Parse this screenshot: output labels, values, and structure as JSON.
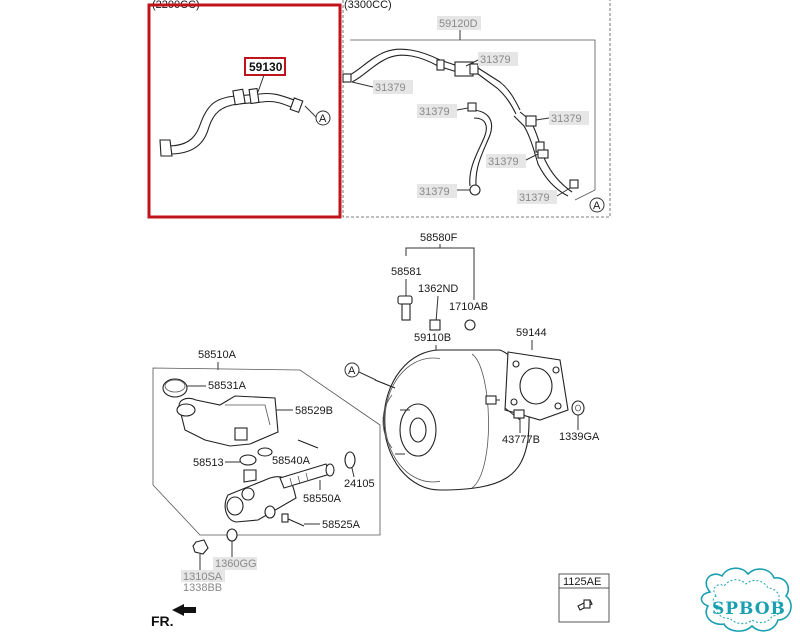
{
  "variants": {
    "left": "(2200CC)",
    "right": "(3300CC)"
  },
  "highlight_color": "#c0141c",
  "logo_color": "#1aa0b0",
  "callout": "A",
  "hose_group": {
    "main_hose": "59130",
    "hose_assy": "59120D",
    "clamps": [
      "31379",
      "31379",
      "31379",
      "31379",
      "31379",
      "31379",
      "31379"
    ]
  },
  "check_valve": {
    "assy": "58580F",
    "valve": "58581",
    "grommet": "1362ND",
    "seal": "1710AB"
  },
  "booster": {
    "booster": "59110B",
    "gasket": "59144",
    "clevis": "43777B",
    "nut": "1339GA"
  },
  "master_cylinder": {
    "assy": "58510A",
    "cap": "58531A",
    "reservoir": "58529B",
    "grommet": "58513",
    "piston_pin": "58540A",
    "piston_assy": "58550A",
    "o_ring": "24105",
    "bolt": "58525A",
    "nut_labels": [
      "1360GG",
      "1310SA",
      "1338BB"
    ]
  },
  "bolt_box": {
    "label": "1125AE"
  },
  "direction": "FR.",
  "logo": {
    "text": "SPBOB"
  }
}
